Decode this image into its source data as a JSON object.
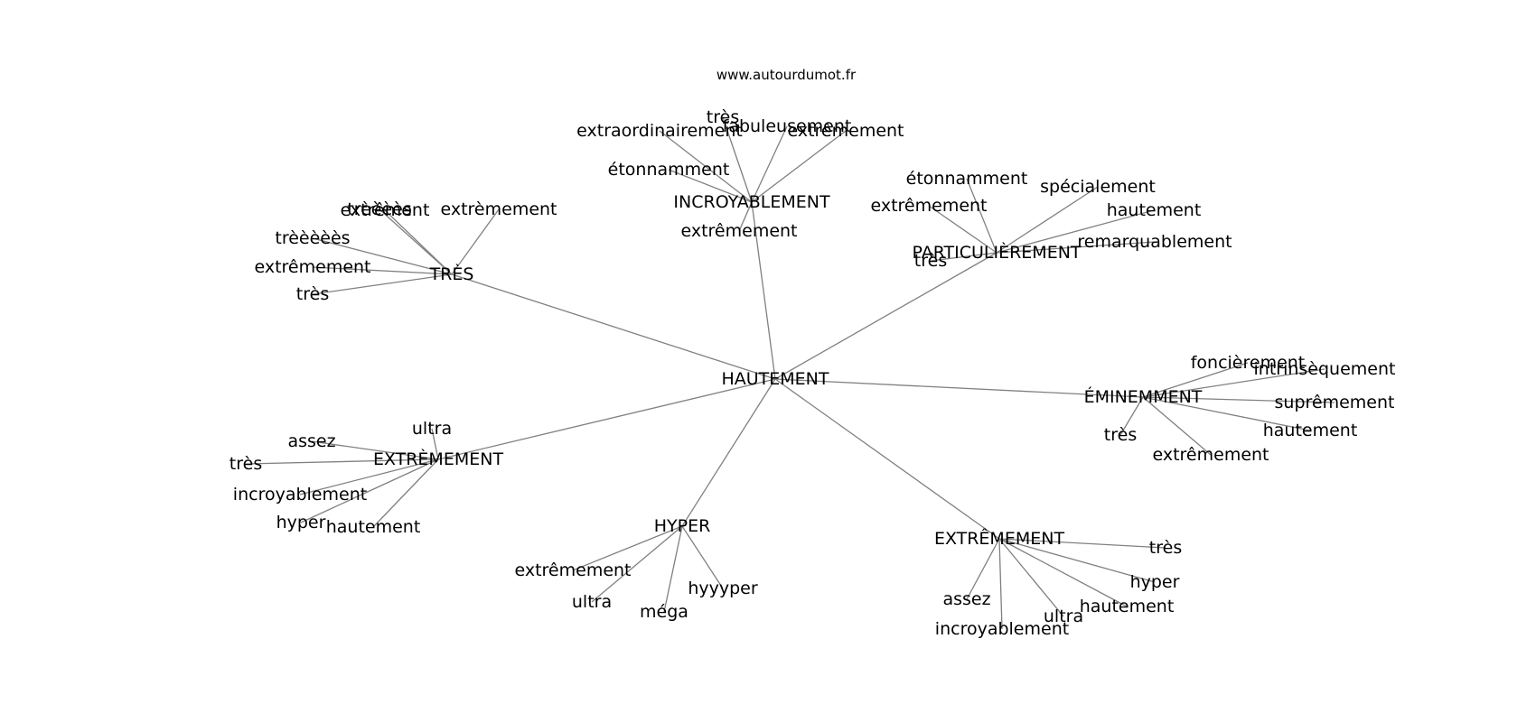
{
  "source": "www.autourdumot.fr",
  "root": "HAUTEMENT",
  "clusters": [
    {
      "id": "tres",
      "label": "TRÈS",
      "leaves": [
        "trèèèès",
        "extrêment",
        "extrèmement",
        "trèèèèès",
        "extrêmement",
        "très"
      ]
    },
    {
      "id": "incroyablement",
      "label": "INCROYABLEMENT",
      "leaves": [
        "très",
        "extraordinairement",
        "fabuleusement",
        "extrêmement",
        "étonnamment",
        "extrêmement"
      ]
    },
    {
      "id": "particulierement",
      "label": "PARTICULIÈREMENT",
      "leaves": [
        "étonnamment",
        "spécialement",
        "extrêmement",
        "hautement",
        "remarquablement",
        "très"
      ]
    },
    {
      "id": "eminemment",
      "label": "ÉMINEMMENT",
      "leaves": [
        "foncièrement",
        "intrinsèquement",
        "suprêmement",
        "hautement",
        "très",
        "extrêmement"
      ]
    },
    {
      "id": "extrememement-bottom",
      "label": "EXTRÊMEMENT",
      "leaves": [
        "très",
        "hyper",
        "hautement",
        "assez",
        "ultra",
        "incroyablement"
      ]
    },
    {
      "id": "hyper",
      "label": "HYPER",
      "leaves": [
        "extrêmement",
        "ultra",
        "méga",
        "hyyyper"
      ]
    },
    {
      "id": "extrememement-left",
      "label": "EXTRÈMEMENT",
      "leaves": [
        "ultra",
        "assez",
        "très",
        "incroyablement",
        "hyper",
        "hautement"
      ]
    }
  ]
}
